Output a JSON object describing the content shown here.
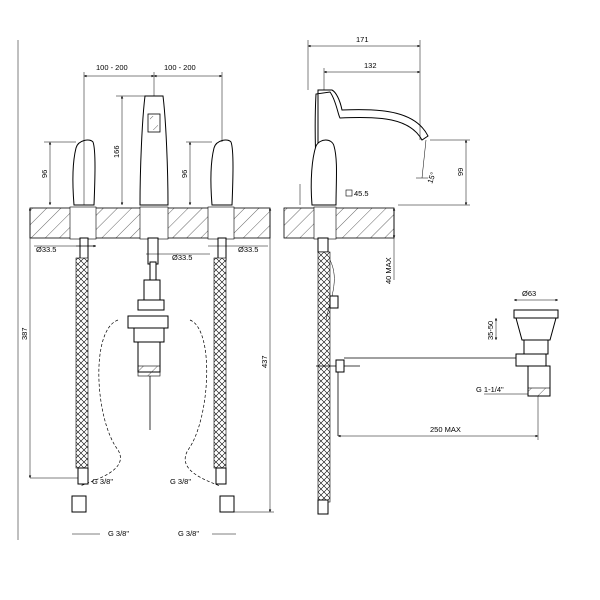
{
  "front_view": {
    "dim_left_spacing": "100 - 200",
    "dim_right_spacing": "100 - 200",
    "dim_handle_left_height": "96",
    "dim_spout_height": "166",
    "dim_handle_right_height": "96",
    "dim_hole_left": "Ø33.5",
    "dim_hole_center": "Ø33.5",
    "dim_hole_right": "Ø33.5",
    "dim_overall_left": "387",
    "dim_overall_right": "437",
    "thread_left_upper": "G 3/8\"",
    "thread_center_upper": "G 3/8\"",
    "thread_left_lower": "G 3/8\"",
    "thread_right_lower": "G 3/8\""
  },
  "side_view": {
    "dim_total_depth": "171",
    "dim_spout_reach": "132",
    "dim_spout_height": "99",
    "dim_angle": "15°",
    "dim_max_thickness": "45.5",
    "dim_deck_max": "40 MAX",
    "dim_waste_diameter": "Ø63",
    "dim_waste_range": "35-50",
    "thread_waste": "G 1-1/4\"",
    "dim_rod_max": "250 MAX"
  },
  "colors": {
    "line": "#000000",
    "background": "#ffffff"
  }
}
